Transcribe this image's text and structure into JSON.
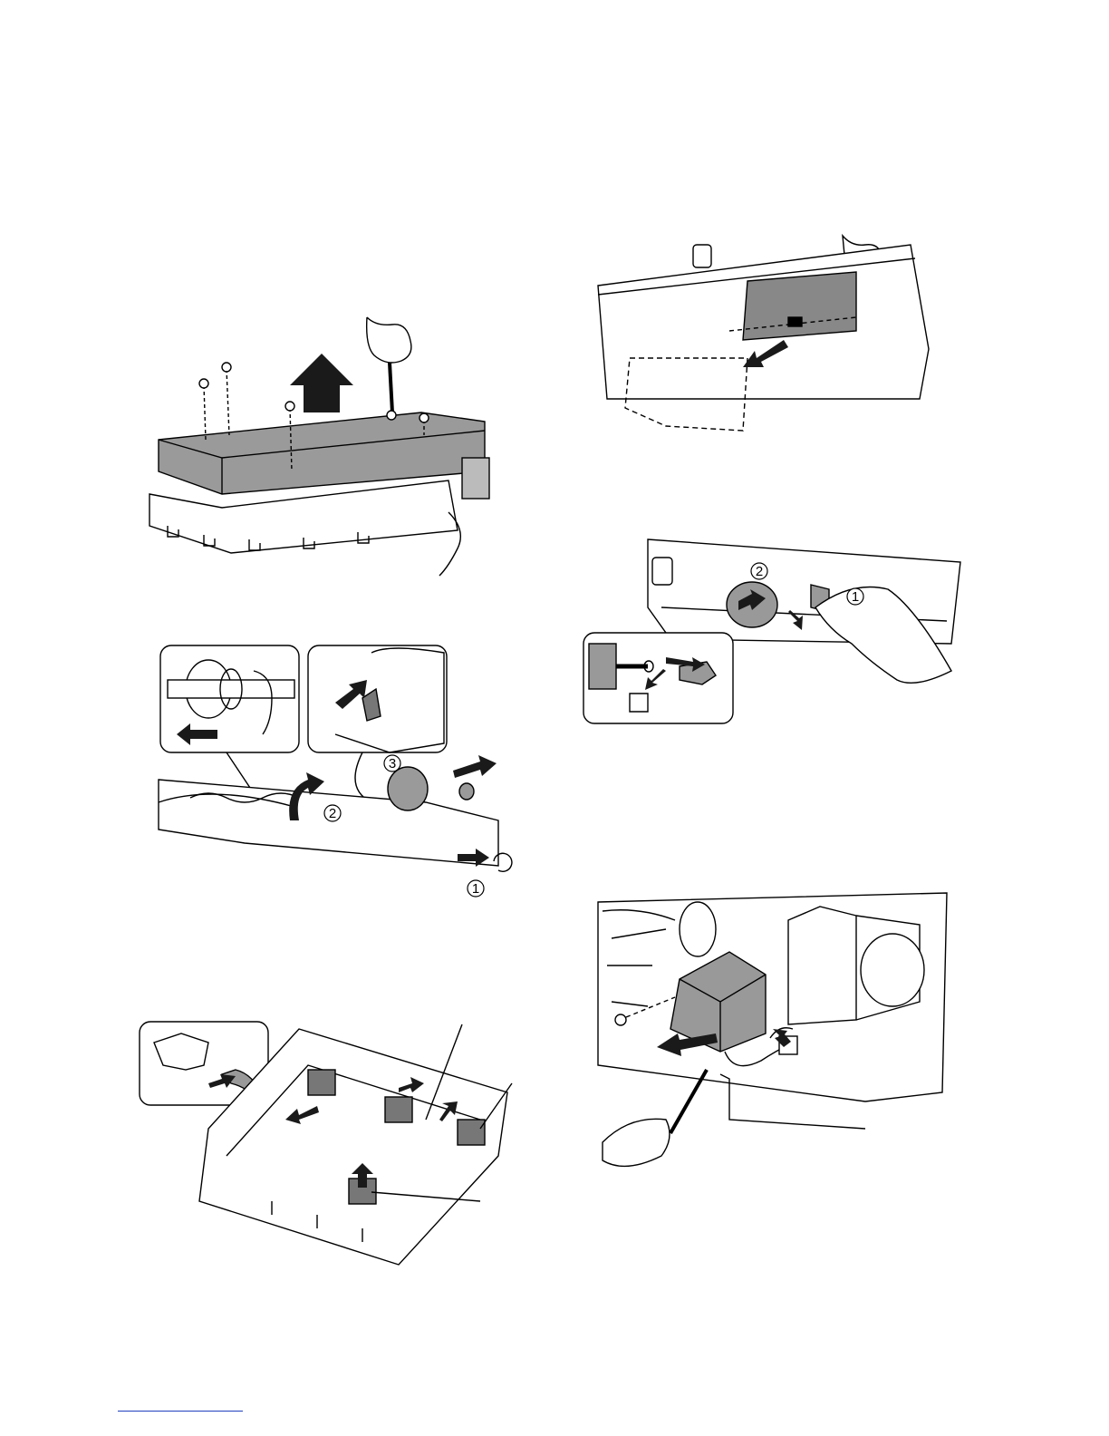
{
  "figures": {
    "top_cover": {
      "arrow": "up"
    },
    "roller_shaft": {
      "callouts": [
        "1",
        "2",
        "3"
      ]
    },
    "sensors": {
      "inset": "connector"
    },
    "paper_guide": {
      "arrow": "down-left"
    },
    "pickup_roller": {
      "callouts": [
        "1",
        "2"
      ]
    },
    "motor": {
      "arrow": "left"
    }
  },
  "colors": {
    "line": "#000000",
    "part_fill": "#9a9a9a",
    "arrow": "#1a1a1a",
    "link_rule": "#1f3fbf"
  }
}
